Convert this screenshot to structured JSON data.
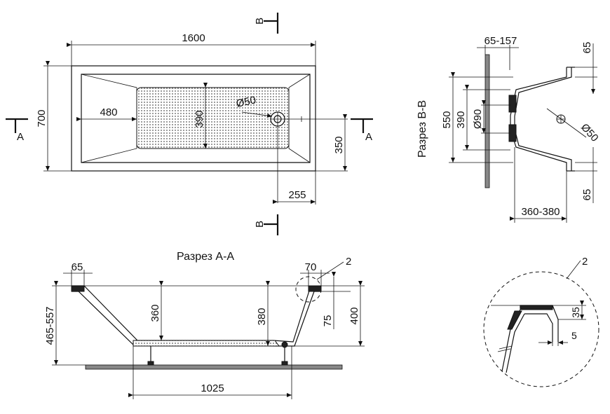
{
  "plan": {
    "length": "1600",
    "width": "700",
    "seat_length": "480",
    "bottom_width": "390",
    "drain_diameter": "Ø50",
    "drain_offset_y": "350",
    "drain_offset_x": "255",
    "section_a_label": "A",
    "section_b_label": "B"
  },
  "section_bb": {
    "title": "Разрез B-B",
    "wall_offset": "65-157",
    "rim_top": "65",
    "rim_bottom": "65",
    "height_outer": "550",
    "height_inner": "390",
    "overflow_diameter": "Ø90",
    "drain_diameter": "Ø50",
    "depth": "360-380"
  },
  "section_aa": {
    "title": "Разрез А-А",
    "rim_left": "65",
    "rim_right": "70",
    "callout": "2",
    "total_height": "465-557",
    "depth_left": "360",
    "depth_right": "380",
    "right_offset": "75",
    "right_height": "400",
    "bottom_length": "1025"
  },
  "detail": {
    "callout": "2",
    "rim_thickness": "35",
    "lip_offset": "5"
  }
}
